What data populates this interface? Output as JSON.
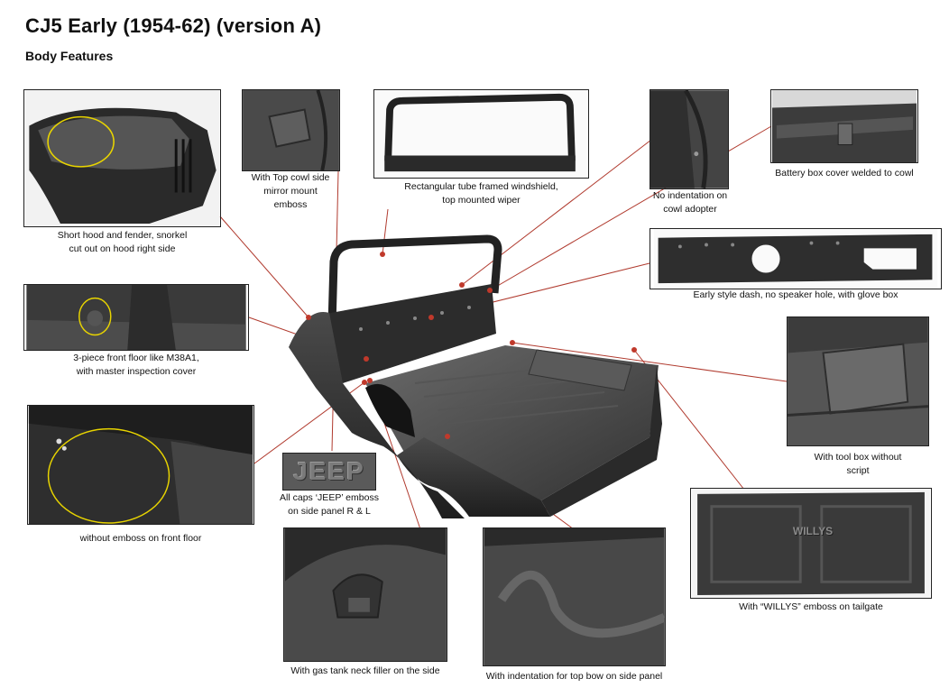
{
  "header": {
    "title": "CJ5 Early (1954-62) (version A)",
    "subtitle": "Body Features"
  },
  "features": [
    {
      "id": "hood",
      "caption_lines": [
        "Short hood and fender, snorkel",
        "cut out on hood right side"
      ]
    },
    {
      "id": "cowl-mirror",
      "caption_lines": [
        "With Top cowl  side",
        "mirror mount",
        "emboss"
      ]
    },
    {
      "id": "windshield",
      "caption_lines": [
        "Rectangular tube framed windshield,",
        "top mounted wiper"
      ]
    },
    {
      "id": "cowl-adopter",
      "caption_lines": [
        "No indentation on",
        "cowl adopter"
      ]
    },
    {
      "id": "battery",
      "caption_lines": [
        "Battery box cover welded to cowl"
      ]
    },
    {
      "id": "dash",
      "caption_lines": [
        "Early style dash, no speaker hole, with glove box"
      ]
    },
    {
      "id": "front-floor",
      "caption_lines": [
        "3-piece front floor like M38A1,",
        "with master inspection cover"
      ]
    },
    {
      "id": "tool-box",
      "caption_lines": [
        "With tool box without",
        "script"
      ]
    },
    {
      "id": "floor-emboss",
      "caption_lines": [
        "without emboss on front floor"
      ]
    },
    {
      "id": "jeep-emboss",
      "caption_lines": [
        "All caps ‘JEEP’ emboss",
        "on side panel R & L"
      ],
      "badge_text": "JEEP"
    },
    {
      "id": "tailgate",
      "caption_lines": [
        "With “WILLYS” emboss on tailgate"
      ],
      "badge_text": "WILLYS"
    },
    {
      "id": "gas-tank",
      "caption_lines": [
        "With gas tank neck filler on the side"
      ]
    },
    {
      "id": "top-bow",
      "caption_lines": [
        "With indentation for top  bow on side panel"
      ]
    }
  ],
  "colors": {
    "leader_line": "#b03a2e",
    "marker_dot": "#c0392b",
    "highlight_circle": "#e8d400"
  }
}
